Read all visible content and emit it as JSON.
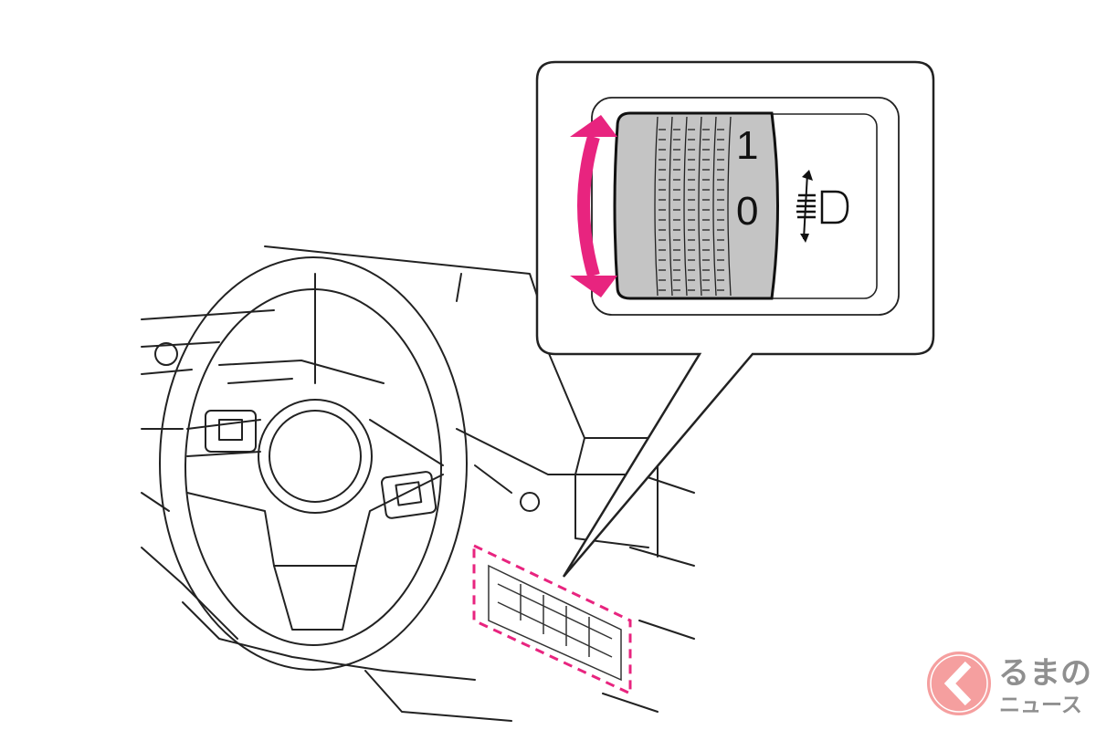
{
  "dial": {
    "position_upper": "1",
    "position_lower": "0"
  },
  "icons": {
    "adjust_arrow": "double-headed-curved-arrow",
    "headlight": "headlight-leveling-icon"
  },
  "colors": {
    "accent": "#e8247f",
    "dial_fill": "#c4c4c4",
    "logo_circle": "#f59a9a",
    "logo_text": "#8a8a8a"
  },
  "logo": {
    "line1": "るまの",
    "line2": "ニュース",
    "mark": "く"
  }
}
